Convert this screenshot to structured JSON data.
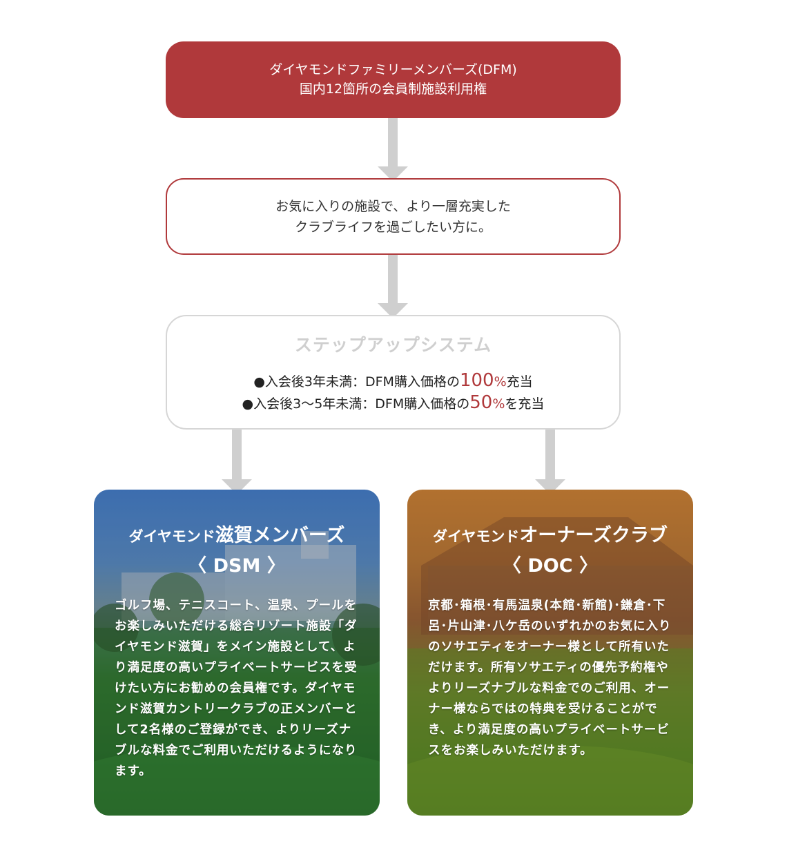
{
  "dfm": {
    "line1": "ダイヤモンドファミリーメンバーズ(DFM)",
    "line2": "国内12箇所の会員制施設利用権"
  },
  "target": {
    "line1": "お気に入りの施設で、より一層充実した",
    "line2": "クラブライフを過ごしたい方に。"
  },
  "stepup": {
    "title": "ステップアップシステム",
    "rule1": {
      "prefix": "●入会後3年未満：DFM購入価格の",
      "pct": "100",
      "unit": "%",
      "suffix": "充当"
    },
    "rule2": {
      "prefix": "●入会後3〜5年未満：DFM購入価格の",
      "pct": "50",
      "unit": "%",
      "suffix": "を充当"
    }
  },
  "dsm": {
    "title_small": "ダイヤモンド",
    "title_big": "滋賀メンバーズ",
    "abbr": "〈 DSM 〉",
    "desc": "ゴルフ場、テニスコート、温泉、プールをお楽しみいただける総合リゾート施設「ダイヤモンド滋賀」をメイン施設として、より満足度の高いプライベートサービスを受けたい方にお勧めの会員権です。ダイヤモンド滋賀カントリークラブの正メンバーとして2名様のご登録ができ、よりリーズナブルな料金でご利用いただけるようになります。"
  },
  "doc": {
    "title_small": "ダイヤモンド",
    "title_big": "オーナーズクラブ",
    "abbr": "〈 DOC 〉",
    "desc": "京都･箱根･有馬温泉(本館･新館)･鎌倉･下呂･片山津･八ケ岳のいずれかのお気に入りのソサエティをオーナー様として所有いただけます。所有ソサエティの優先予約権やよりリーズナブルな料金でのご利用、オーナー様ならではの特典を受けることができ、より満足度の高いプライベートサービスをお楽しみいただけます。"
  },
  "colors": {
    "brand_red": "#b0393b",
    "arrow_gray": "#cfcfcf",
    "dsm_bg": "#4a86d6",
    "doc_bg": "#d98a3a"
  }
}
